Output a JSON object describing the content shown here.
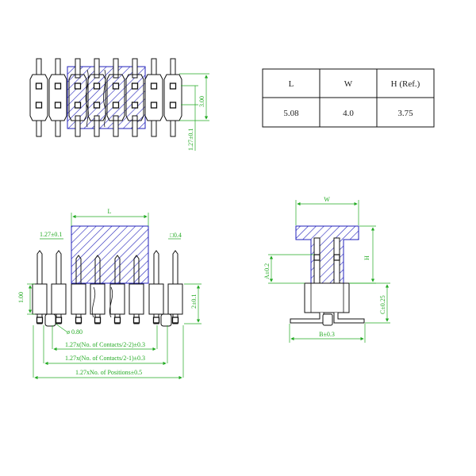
{
  "colors": {
    "outline": "#111111",
    "dimension": "#22aa22",
    "hatch": "#2222bb"
  },
  "spec_table": {
    "headers": [
      "L",
      "W",
      "H (Ref.)"
    ],
    "values": [
      "5.08",
      "4.0",
      "3.75"
    ]
  },
  "top_view": {
    "dim_3_00": "3.00",
    "dim_pitch_vertical": "1.27±0.1"
  },
  "front_view": {
    "dim_L": "L",
    "dim_pitch": "1.27±0.1",
    "dim_0_4": "□0.4",
    "dim_1_00": "1.00",
    "dim_2_0_1": "2±0.1",
    "dim_hole": "ø 0.80",
    "dim_contacts_minus_2": "1.27x(No. of Contacts/2-2)±0.3",
    "dim_contacts_minus_1": "1.27x(No. of Contacts/2-1)±0.3",
    "dim_positions": "1.27xNo. of Positions±0.5"
  },
  "side_view": {
    "dim_W": "W",
    "dim_H": "H",
    "dim_A": "A±0.2",
    "dim_C": "C±0.25",
    "dim_B": "B±0.3"
  }
}
